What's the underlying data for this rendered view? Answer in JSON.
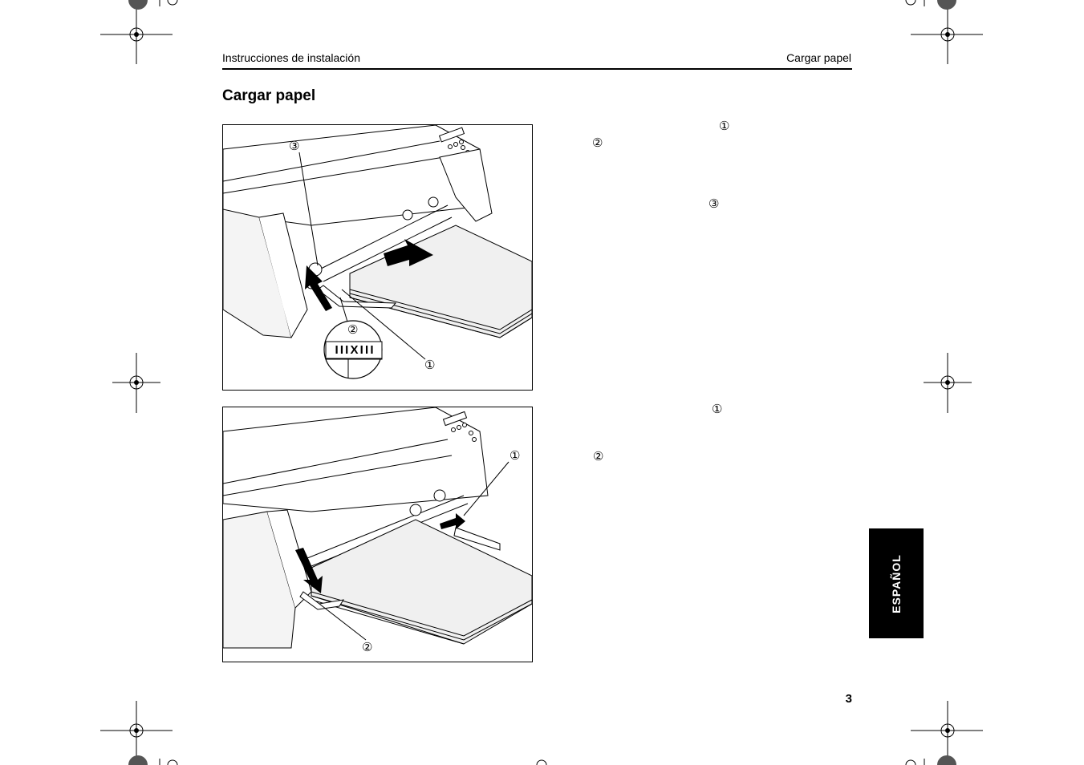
{
  "header": {
    "left": "Instrucciones de instalación",
    "right": "Cargar papel"
  },
  "title": "Cargar papel",
  "figure1": {
    "callouts": [
      "③",
      "②",
      "①"
    ],
    "scale_label": "I I I X I I I"
  },
  "figure2": {
    "callouts": [
      "①",
      "②"
    ]
  },
  "text_markers": [
    "①",
    "②",
    "③",
    "①",
    "②"
  ],
  "page_number": "3",
  "language_tab": "ESPAÑOL"
}
